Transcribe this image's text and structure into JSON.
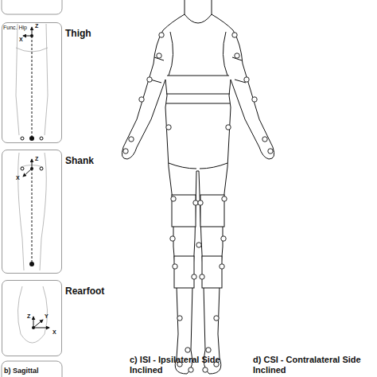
{
  "diagram": {
    "nodes": [
      {
        "text": [
          "Thigh"
        ]
      },
      {
        "text": [
          "Shank"
        ]
      },
      {
        "text": [
          "Rearfoot"
        ]
      }
    ],
    "labels": [
      "Func. Hip",
      "Z",
      "X",
      "Z",
      "X",
      "Z",
      "Y",
      "X",
      "c) ISI - Ipsilateral Side Inclined",
      "d) CSI - Contralateral Side Inclined",
      "b) Sagittal"
    ]
  }
}
